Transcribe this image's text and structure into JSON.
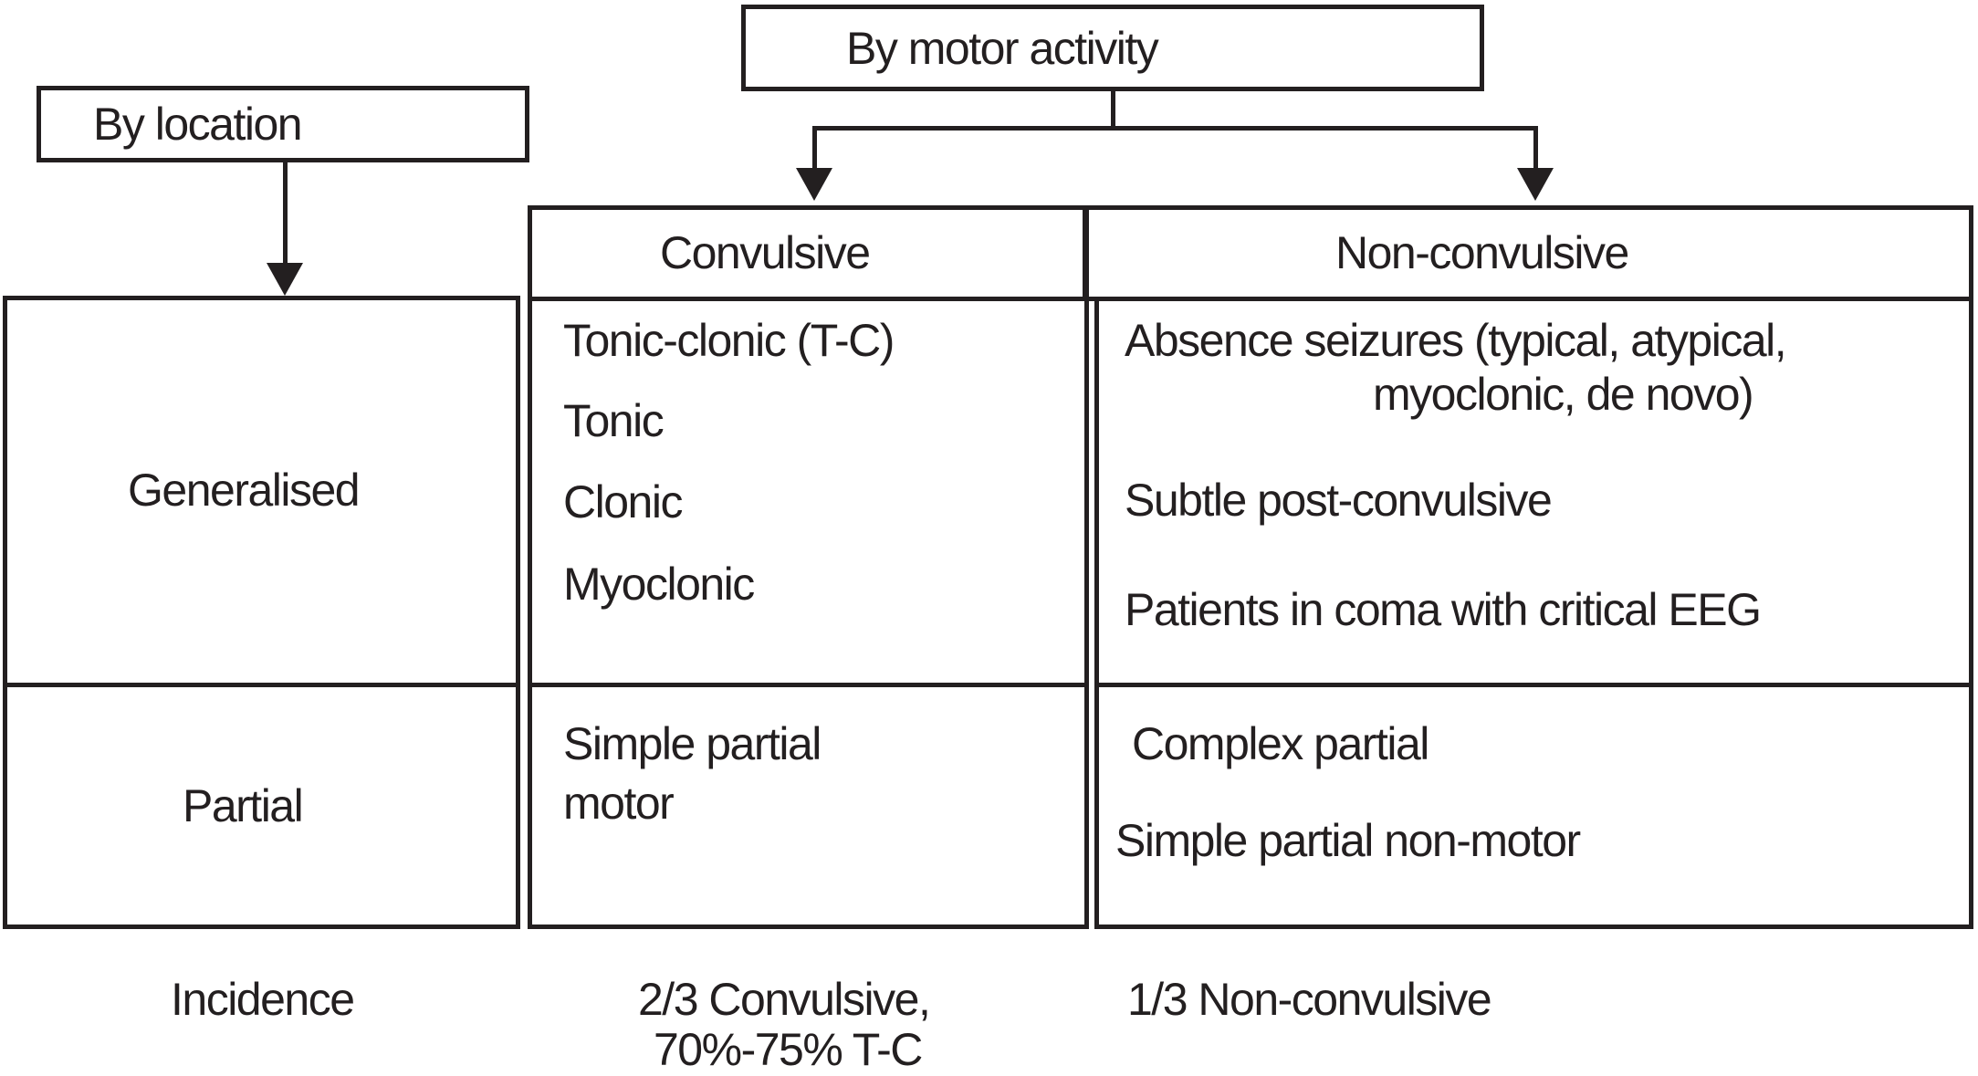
{
  "diagram": {
    "background_color": "#ffffff",
    "line_color": "#231f20",
    "classifier_boxes": {
      "by_location": "By location",
      "by_motor_activity": "By motor activity"
    },
    "column_headers": {
      "convulsive": "Convulsive",
      "non_convulsive": "Non-convulsive"
    },
    "row_labels": {
      "generalised": "Generalised",
      "partial": "Partial"
    },
    "cells": {
      "generalised_convulsive": {
        "items": [
          "Tonic-clonic (T-C)",
          "Tonic",
          "Clonic",
          "Myoclonic"
        ]
      },
      "generalised_non_convulsive": {
        "absence_line1": "Absence seizures (typical, atypical,",
        "absence_line2": "myoclonic, de novo)",
        "subtle_post_convulsive": "Subtle post-convulsive",
        "coma_eeg": "Patients in coma with critical EEG"
      },
      "partial_convulsive": {
        "line1": "Simple partial",
        "line2": "motor"
      },
      "partial_non_convulsive": {
        "complex_partial": "Complex partial",
        "simple_partial_non_motor": "Simple partial non-motor"
      }
    },
    "incidence_row": {
      "label": "Incidence",
      "convulsive_line1": "2/3 Convulsive,",
      "convulsive_line2": "70%-75% T-C",
      "non_convulsive": "1/3 Non-convulsive"
    }
  }
}
